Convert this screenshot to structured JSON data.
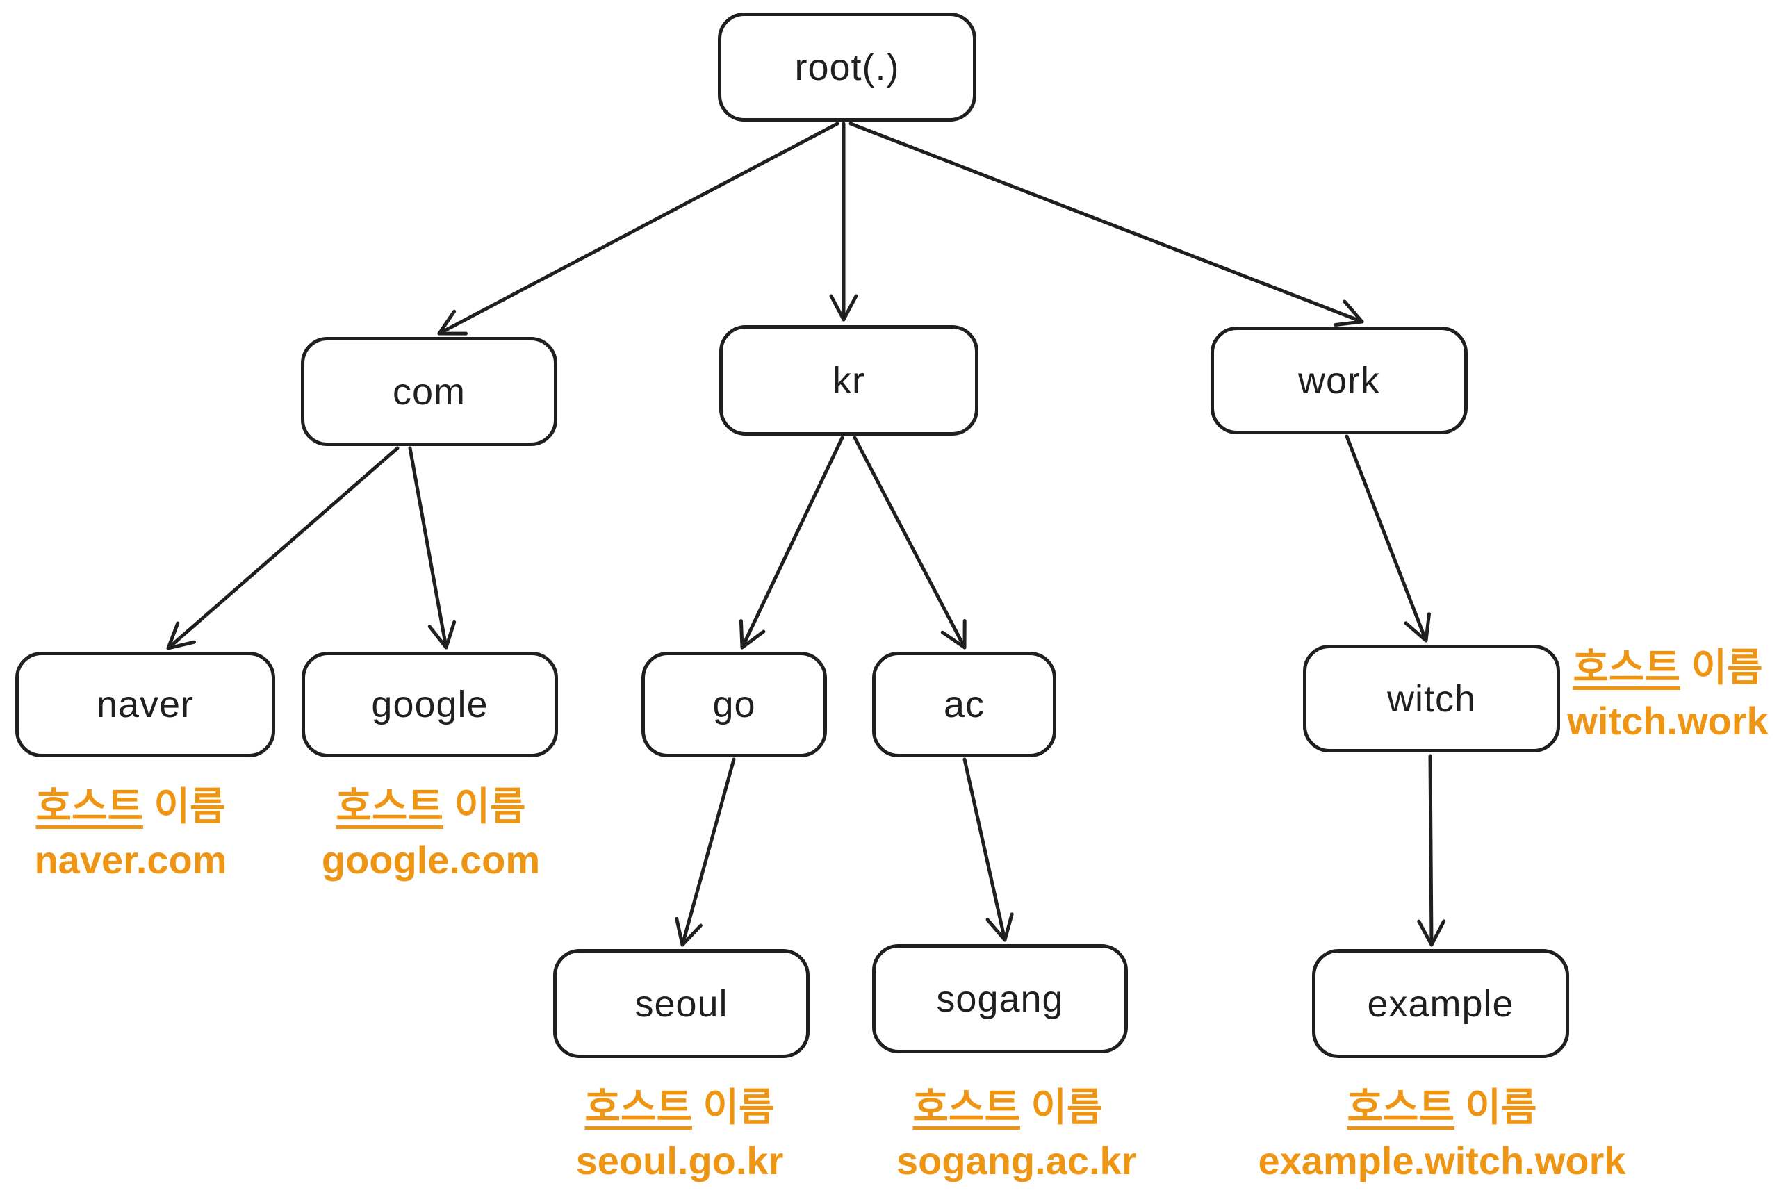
{
  "colors": {
    "stroke": "#1f1f1f",
    "accent_orange": "#EE9514",
    "background": "#ffffff"
  },
  "nodes": {
    "root": {
      "label": "root(.)"
    },
    "com": {
      "label": "com"
    },
    "kr": {
      "label": "kr"
    },
    "work": {
      "label": "work"
    },
    "naver": {
      "label": "naver"
    },
    "google": {
      "label": "google"
    },
    "go": {
      "label": "go"
    },
    "ac": {
      "label": "ac"
    },
    "witch": {
      "label": "witch"
    },
    "seoul": {
      "label": "seoul"
    },
    "sogang": {
      "label": "sogang"
    },
    "example": {
      "label": "example"
    }
  },
  "edges": [
    {
      "from": "root",
      "to": "com"
    },
    {
      "from": "root",
      "to": "kr"
    },
    {
      "from": "root",
      "to": "work"
    },
    {
      "from": "com",
      "to": "naver"
    },
    {
      "from": "com",
      "to": "google"
    },
    {
      "from": "kr",
      "to": "go"
    },
    {
      "from": "kr",
      "to": "ac"
    },
    {
      "from": "work",
      "to": "witch"
    },
    {
      "from": "go",
      "to": "seoul"
    },
    {
      "from": "ac",
      "to": "sogang"
    },
    {
      "from": "witch",
      "to": "example"
    }
  ],
  "host_annotations": {
    "naver": {
      "caption": {
        "underlined": "호스트",
        "rest": "이름"
      },
      "hostname": "naver.com"
    },
    "google": {
      "caption": {
        "underlined": "호스트",
        "rest": "이름"
      },
      "hostname": "google.com"
    },
    "witch": {
      "caption": {
        "underlined": "호스트",
        "rest": "이름"
      },
      "hostname": "witch.work"
    },
    "seoul": {
      "caption": {
        "underlined": "호스트",
        "rest": "이름"
      },
      "hostname": "seoul.go.kr"
    },
    "sogang": {
      "caption": {
        "underlined": "호스트",
        "rest": "이름"
      },
      "hostname": "sogang.ac.kr"
    },
    "example": {
      "caption": {
        "underlined": "호스트",
        "rest": "이름"
      },
      "hostname": "example.witch.work"
    }
  }
}
